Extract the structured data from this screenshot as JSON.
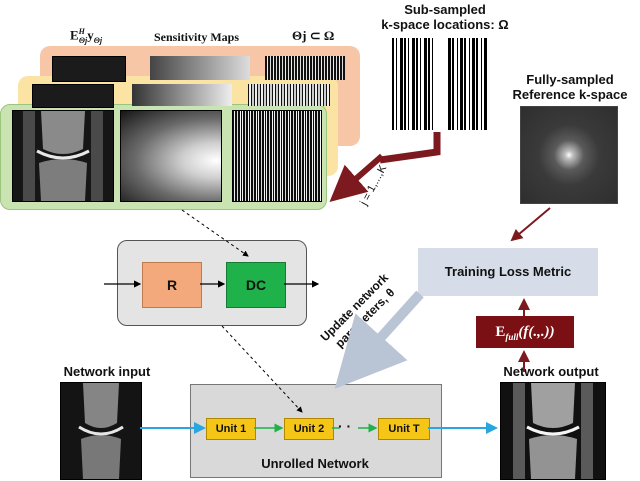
{
  "header": {
    "col1": "E",
    "col1_sup": "H",
    "col1_sub": "Θj",
    "col1_tail": "y",
    "col1_tail_sub": "Θj",
    "col2": "Sensitivity Maps",
    "col3": "Θj ⊂ Ω"
  },
  "subsampled": {
    "line1": "Sub-sampled",
    "line2": "k-space locations: Ω"
  },
  "reference": {
    "line1": "Fully-sampled",
    "line2": "Reference k-space"
  },
  "index_label": "j = 1,...,K",
  "dc_block": {
    "r_label": "R",
    "dc_label": "DC"
  },
  "training_loss": "Training Loss Metric",
  "update": {
    "line1": "Update network",
    "line2": "parameters, θ"
  },
  "efull": "E",
  "efull_sub": "full",
  "efull_tail": "(f(.,.))",
  "network_input": "Network input",
  "network_output": "Network output",
  "unrolled": {
    "unit1": "Unit 1",
    "unit2": "Unit 2",
    "dots": "· ·",
    "unitT": "Unit T",
    "caption": "Unrolled Network"
  },
  "colors": {
    "stack_back": "#f6c6a6",
    "stack_mid": "#fbe3a3",
    "stack_front": "#c9e4b0",
    "r_block": "#f4a97c",
    "dc_block": "#1fb14a",
    "unit": "#f5c518",
    "loss_box": "#d6dde8",
    "efull_box": "#7a0f14",
    "dark_red_arrow": "#7d1a1f",
    "blue_arrow": "#29a6e0",
    "unrolled_bg": "#d9d9d9"
  }
}
